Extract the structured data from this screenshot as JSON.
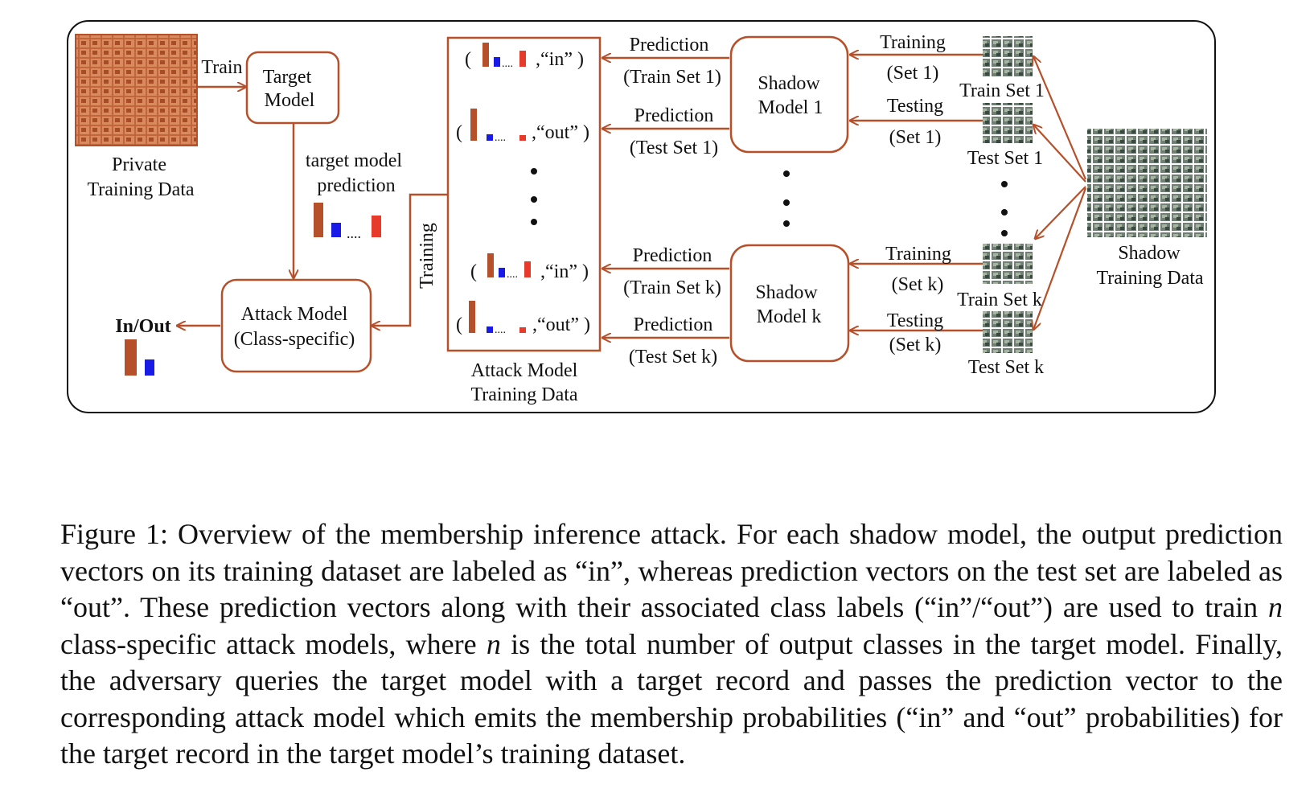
{
  "figure": {
    "private_data": {
      "label_line1": "Private",
      "label_line2": "Training Data"
    },
    "train_edge": "Train",
    "target_model": {
      "line1": "Target",
      "line2": "Model"
    },
    "target_prediction": {
      "line1": "target model",
      "line2": "prediction"
    },
    "attack_model": {
      "line1": "Attack Model",
      "line2": "(Class-specific)"
    },
    "output_label": "In/Out",
    "training_vertical": "Training",
    "attack_training_data": {
      "line1": "Attack Model",
      "line2": "Training Data"
    },
    "records": [
      {
        "open": "(",
        "dots": "....",
        "label": ",“in” )"
      },
      {
        "open": "(",
        "dots": "....",
        "label": ",“out” )"
      },
      {
        "open": "(",
        "dots": "....",
        "label": ",“in” )"
      },
      {
        "open": "(",
        "dots": "....",
        "label": ",“out” )"
      }
    ],
    "shadow_1": {
      "line1": "Shadow",
      "line2": "Model 1"
    },
    "shadow_k": {
      "line1": "Shadow",
      "line2": "Model k"
    },
    "pred_edges": [
      {
        "top": "Prediction",
        "bottom": "(Train Set 1)"
      },
      {
        "top": "Prediction",
        "bottom": "(Test Set 1)"
      },
      {
        "top": "Prediction",
        "bottom": "(Train Set k)"
      },
      {
        "top": "Prediction",
        "bottom": "(Test Set k)"
      }
    ],
    "data_edges": [
      {
        "top": "Training",
        "bottom": "(Set 1)"
      },
      {
        "top": "Testing",
        "bottom": "(Set 1)"
      },
      {
        "top": "Training",
        "bottom": "(Set k)"
      },
      {
        "top": "Testing",
        "bottom": "(Set k)"
      }
    ],
    "sets": [
      "Train Set 1",
      "Test Set 1",
      "Train Set k",
      "Test Set k"
    ],
    "shadow_data": {
      "line1": "Shadow",
      "line2": "Training Data"
    },
    "colors": {
      "accent": "#b5502a",
      "blue": "#1a1ae6",
      "red": "#e83a2a",
      "border": "#111111"
    }
  },
  "caption": {
    "prefix": "Figure 1: Overview of the membership inference attack. For each shadow model, the out­put prediction vectors on its training dataset are labeled as “in”, whereas prediction vectors on the test set are labeled as “out”. These prediction vectors along with their associated class labels (“in”/“out”) are used to train ",
    "var1": "n",
    "middle": " class-specific attack models, where ",
    "var2": "n",
    "suffix": " is the to­tal number of output classes in the target model. Finally, the adversary queries the target model with a target record and passes the prediction vector to the corresponding attack model which emits the membership probabilities (“in” and “out” probabilities) for the tar­get record in the target model’s training dataset."
  }
}
